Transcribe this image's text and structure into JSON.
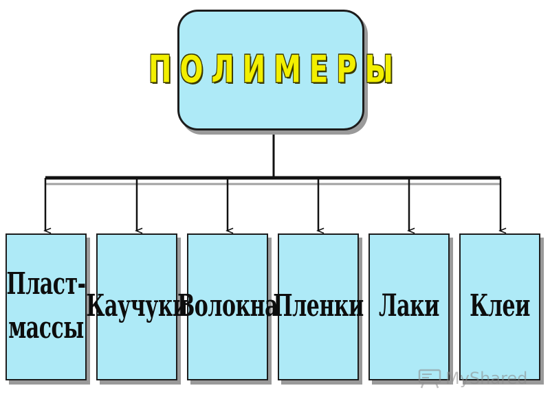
{
  "root": {
    "label": "ПОЛИМЕРЫ"
  },
  "children": [
    {
      "label": "Пласт-\nмассы"
    },
    {
      "label": "Каучуки"
    },
    {
      "label": "Волокна"
    },
    {
      "label": "Пленки"
    },
    {
      "label": "Лаки"
    },
    {
      "label": "Клеи"
    }
  ],
  "watermark": {
    "text": "MyShared"
  },
  "colors": {
    "node_fill": "#aeeaf7",
    "title_text": "#f2ef00",
    "connector": "#111111"
  }
}
